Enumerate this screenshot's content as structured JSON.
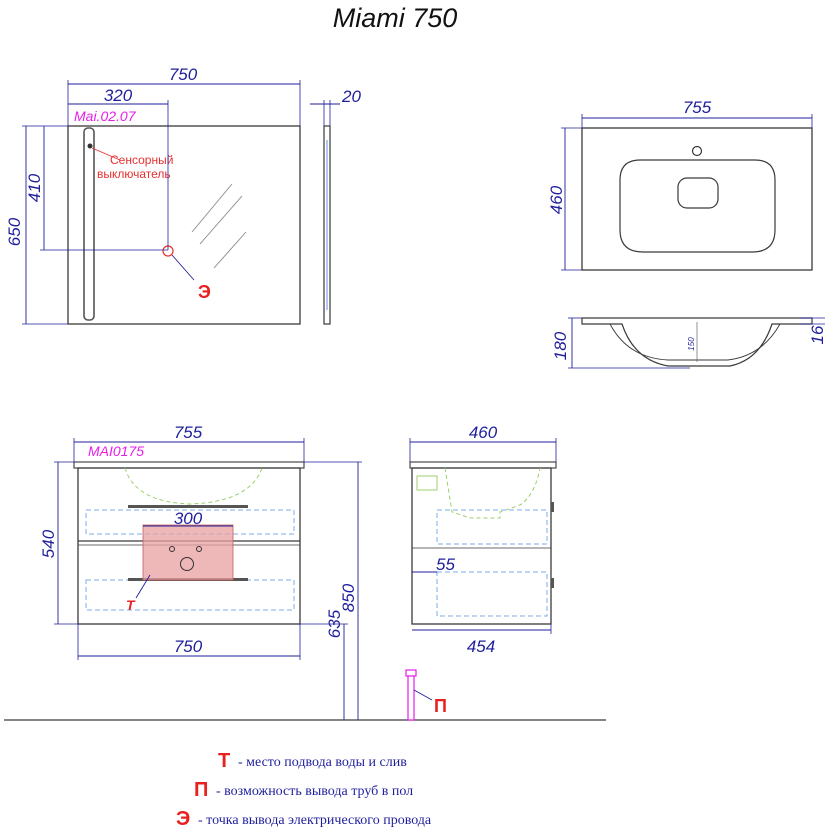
{
  "title": "Miami 750",
  "colors": {
    "dimension": "#1f1f9e",
    "outline": "#3a3a3a",
    "model_code": "#e81ee8",
    "marker_red": "#e82020",
    "pipe_pink": "#e81ee8",
    "hidden_blue": "#7aaee8",
    "hidden_green": "#9ccf6a"
  },
  "mirror": {
    "model_code": "Mai.02.07",
    "dim_width": "750",
    "dim_offset": "320",
    "dim_height": "650",
    "dim_switch_height": "410",
    "dim_depth": "20",
    "switch_label_line1": "Сенсорный",
    "switch_label_line2": "выключатель",
    "electric_marker": "Э"
  },
  "basin": {
    "dim_width": "755",
    "dim_depth": "460",
    "dim_height": "180",
    "dim_rim": "16",
    "dim_bowl": "150"
  },
  "cabinet": {
    "model_code": "MAI0175",
    "dim_top_width": "755",
    "dim_bottom_width": "750",
    "dim_height": "540",
    "dim_panel_width": "300",
    "dim_total_height": "850",
    "dim_mount_height": "635",
    "water_marker": "Т"
  },
  "cabinet_side": {
    "dim_top_depth": "460",
    "dim_bottom_depth": "454",
    "dim_inner": "55"
  },
  "floor_pipe": {
    "marker": "П"
  },
  "legend": [
    {
      "symbol": "Т",
      "text": "- место подвода воды и слив"
    },
    {
      "symbol": "П",
      "text": "- возможность вывода труб в пол"
    },
    {
      "symbol": "Э",
      "text": "- точка вывода электрического провода"
    }
  ]
}
